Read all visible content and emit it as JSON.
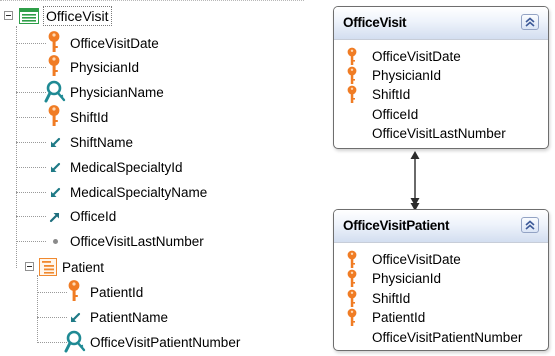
{
  "tree": {
    "root": {
      "label": "OfficeVisit",
      "icon": "transaction-table-icon"
    },
    "attributes": [
      {
        "label": "OfficeVisitDate",
        "icon": "primary-key-icon"
      },
      {
        "label": "PhysicianId",
        "icon": "primary-key-icon"
      },
      {
        "label": "PhysicianName",
        "icon": "inferred-description-icon"
      },
      {
        "label": "ShiftId",
        "icon": "primary-key-icon"
      },
      {
        "label": "ShiftName",
        "icon": "inferred-attribute-icon"
      },
      {
        "label": "MedicalSpecialtyId",
        "icon": "inferred-attribute-icon"
      },
      {
        "label": "MedicalSpecialtyName",
        "icon": "inferred-attribute-icon"
      },
      {
        "label": "OfficeId",
        "icon": "foreign-key-icon"
      },
      {
        "label": "OfficeVisitLastNumber",
        "icon": "attribute-dot-icon"
      }
    ],
    "level": {
      "label": "Patient",
      "icon": "subordinate-level-icon",
      "attributes": [
        {
          "label": "PatientId",
          "icon": "primary-key-icon"
        },
        {
          "label": "PatientName",
          "icon": "inferred-attribute-icon"
        },
        {
          "label": "OfficeVisitPatientNumber",
          "icon": "description-attribute-icon"
        }
      ]
    }
  },
  "diagram": {
    "office_visit": {
      "title": "OfficeVisit",
      "attributes": [
        {
          "label": "OfficeVisitDate",
          "key": true
        },
        {
          "label": "PhysicianId",
          "key": true
        },
        {
          "label": "ShiftId",
          "key": true
        },
        {
          "label": "OfficeId",
          "key": false
        },
        {
          "label": "OfficeVisitLastNumber",
          "key": false
        }
      ]
    },
    "office_visit_patient": {
      "title": "OfficeVisitPatient",
      "attributes": [
        {
          "label": "OfficeVisitDate",
          "key": true
        },
        {
          "label": "PhysicianId",
          "key": true
        },
        {
          "label": "ShiftId",
          "key": true
        },
        {
          "label": "PatientId",
          "key": true
        },
        {
          "label": "OfficeVisitPatientNumber",
          "key": false
        }
      ]
    }
  },
  "colors": {
    "key": "#f07c24",
    "inferred": "#1f8a94",
    "dot": "#8a8a8a",
    "table_icon": "#2e9e48",
    "level_icon": "#f0892f"
  }
}
